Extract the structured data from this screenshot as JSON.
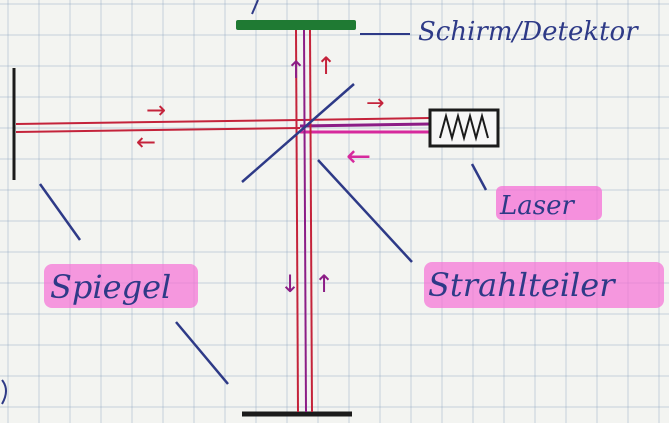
{
  "labels": {
    "screen": "Schirm/Detektor",
    "laser": "Laser",
    "beam_splitter": "Strahlteiler",
    "mirror": "Spiegel"
  },
  "colors": {
    "paper": "#f3f4f1",
    "grid": "#9fb2c9",
    "beam_red": "#c4233b",
    "beam_purple": "#8c1d86",
    "ink_blue": "#2e3a87",
    "screen_green": "#1f7a33",
    "highlighter": "#f56fd6",
    "ink_black": "#1b1b1b"
  },
  "arrows": {
    "right": "→",
    "left": "←",
    "up": "↑",
    "down": "↓"
  },
  "icons": [
    "laser-icon",
    "mirror-icon",
    "beam-splitter-icon",
    "screen-icon"
  ]
}
